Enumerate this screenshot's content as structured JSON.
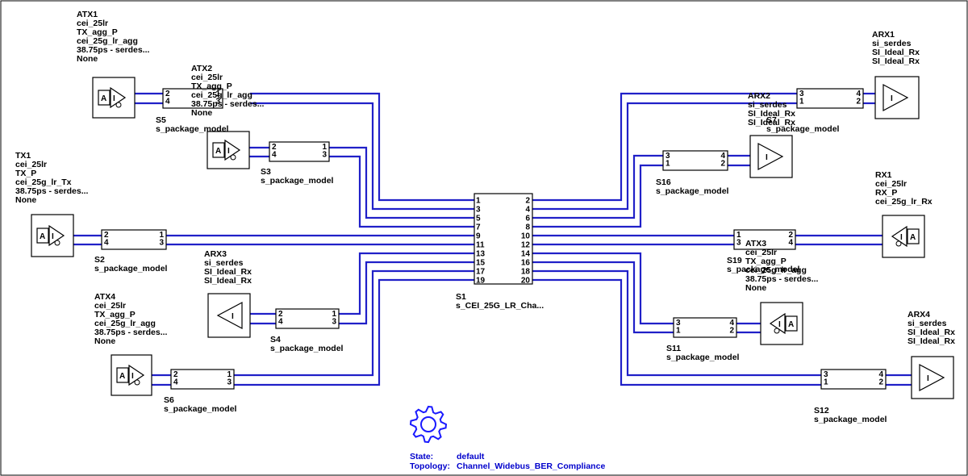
{
  "colors": {
    "wire": "#2020c8",
    "accent": "#0000cc"
  },
  "labels": {
    "atx1": [
      "ATX1",
      "cei_25lr",
      "TX_agg_P",
      "cei_25g_lr_agg",
      "38.75ps - serdes...",
      "None"
    ],
    "atx2": [
      "ATX2",
      "cei_25lr",
      "TX_agg_P",
      "cei_25g_lr_agg",
      "38.75ps - serdes...",
      "None"
    ],
    "tx1": [
      "TX1",
      "cei_25lr",
      "TX_P",
      "cei_25g_lr_Tx",
      "38.75ps - serdes...",
      "None"
    ],
    "atx4": [
      "ATX4",
      "cei_25lr",
      "TX_agg_P",
      "cei_25g_lr_agg",
      "38.75ps - serdes...",
      "None"
    ],
    "arx3": [
      "ARX3",
      "si_serdes",
      "SI_Ideal_Rx",
      "SI_Ideal_Rx"
    ],
    "arx1": [
      "ARX1",
      "si_serdes",
      "SI_Ideal_Rx",
      "SI_Ideal_Rx"
    ],
    "arx2": [
      "ARX2",
      "si_serdes",
      "SI_Ideal_Rx",
      "SI_Ideal_Rx"
    ],
    "rx1": [
      "RX1",
      "cei_25lr",
      "RX_P",
      "cei_25g_lr_Rx"
    ],
    "atx3": [
      "ATX3",
      "cei_25lr",
      "TX_agg_P",
      "cei_25g_lr_agg",
      "38.75ps - serdes...",
      "None"
    ],
    "arx4": [
      "ARX4",
      "si_serdes",
      "SI_Ideal_Rx",
      "SI_Ideal_Rx"
    ]
  },
  "packages": {
    "s5": {
      "name": "S5",
      "model": "s_package_model",
      "pins": [
        "2",
        "4",
        "1",
        "3"
      ]
    },
    "s3": {
      "name": "S3",
      "model": "s_package_model",
      "pins": [
        "2",
        "4",
        "1",
        "3"
      ]
    },
    "s2": {
      "name": "S2",
      "model": "s_package_model",
      "pins": [
        "2",
        "4",
        "1",
        "3"
      ]
    },
    "s4": {
      "name": "S4",
      "model": "s_package_model",
      "pins": [
        "2",
        "4",
        "1",
        "3"
      ]
    },
    "s6": {
      "name": "S6",
      "model": "s_package_model",
      "pins": [
        "2",
        "4",
        "1",
        "3"
      ]
    },
    "s7": {
      "name": "S7",
      "model": "s_package_model",
      "pins": [
        "3",
        "1",
        "4",
        "2"
      ]
    },
    "s16": {
      "name": "S16",
      "model": "s_package_model",
      "pins": [
        "3",
        "1",
        "4",
        "2"
      ]
    },
    "s19": {
      "name": "S19",
      "model": "s_package_model",
      "pins": [
        "1",
        "3",
        "2",
        "4"
      ]
    },
    "s11": {
      "name": "S11",
      "model": "s_package_model",
      "pins": [
        "3",
        "1",
        "4",
        "2"
      ]
    },
    "s12": {
      "name": "S12",
      "model": "s_package_model",
      "pins": [
        "3",
        "1",
        "4",
        "2"
      ]
    }
  },
  "channel": {
    "name": "S1",
    "model": "s_CEI_25G_LR_Cha...",
    "left_pins": [
      "1",
      "3",
      "5",
      "7",
      "9",
      "11",
      "13",
      "15",
      "17",
      "19"
    ],
    "right_pins": [
      "2",
      "4",
      "6",
      "8",
      "10",
      "12",
      "14",
      "16",
      "18",
      "20"
    ]
  },
  "buffer_letters": {
    "a": "A",
    "i": "I"
  },
  "footer": {
    "state_label": "State:",
    "state_value": "default",
    "topology_label": "Topology:",
    "topology_value": "Channel_Widebus_BER_Compliance"
  }
}
